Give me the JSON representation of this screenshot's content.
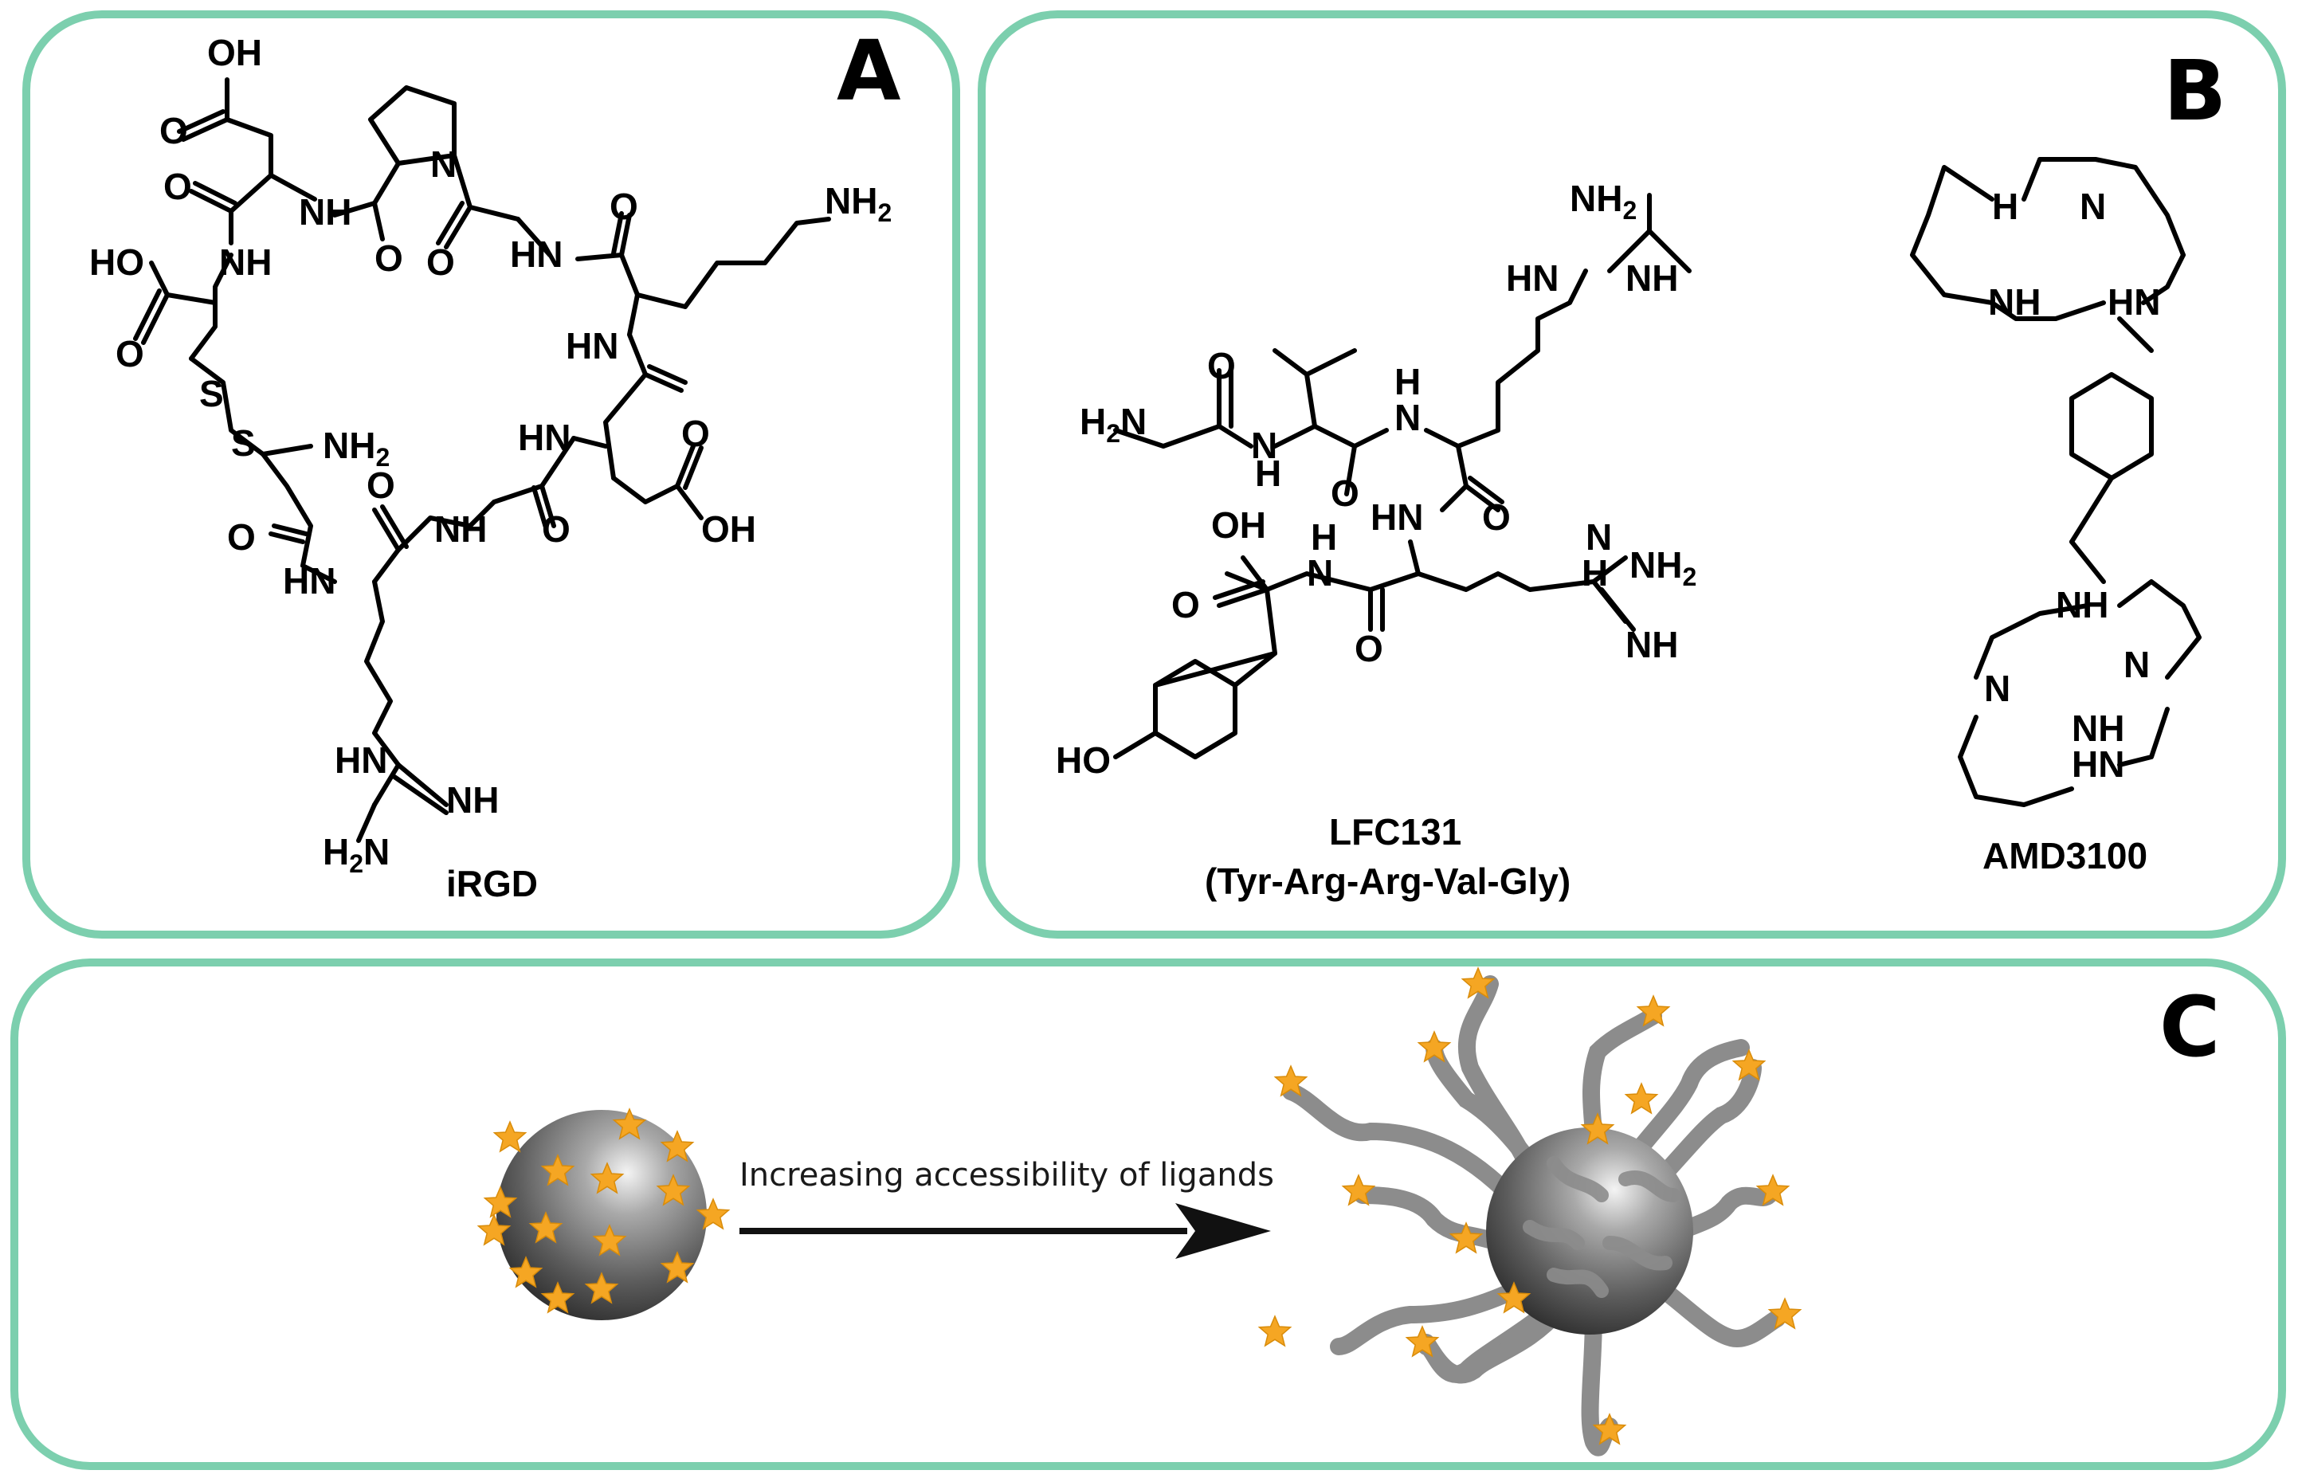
{
  "colors": {
    "frame": "#7ccfae",
    "star": "#f5a623",
    "tether": "#8c8c8c",
    "arrow": "#111111"
  },
  "panels": {
    "A": {
      "letter": "A",
      "compound_name": "iRGD",
      "atoms": [
        "OH",
        "O",
        "N",
        "O",
        "NH",
        "O",
        "NH",
        "O",
        "HO",
        "HN",
        "O",
        "N",
        "O",
        "HN",
        "S",
        "S",
        "NH",
        "O",
        "HN",
        "O",
        "O",
        "NH",
        "O",
        "OH",
        "HN",
        "HN",
        "NH",
        "N"
      ],
      "subs": {
        "nh2": "NH",
        "two": "2"
      }
    },
    "B": {
      "letter": "B",
      "lfc131": {
        "name": "LFC131",
        "sequence": "(Tyr-Arg-Arg-Val-Gly)"
      },
      "amd3100": {
        "name": "AMD3100"
      },
      "atoms": [
        "HN",
        "NH",
        "N",
        "O",
        "N",
        "H",
        "H",
        "N",
        "O",
        "HN",
        "O",
        "OH",
        "O",
        "H",
        "N",
        "O",
        "HO",
        "N",
        "H",
        "HN",
        "NH",
        "H",
        "N",
        "NH",
        "HN",
        "NH",
        "N",
        "N",
        "NH",
        "HN",
        "N",
        "H"
      ]
    },
    "C": {
      "letter": "C",
      "caption": "Increasing accessibility of ligands"
    }
  }
}
